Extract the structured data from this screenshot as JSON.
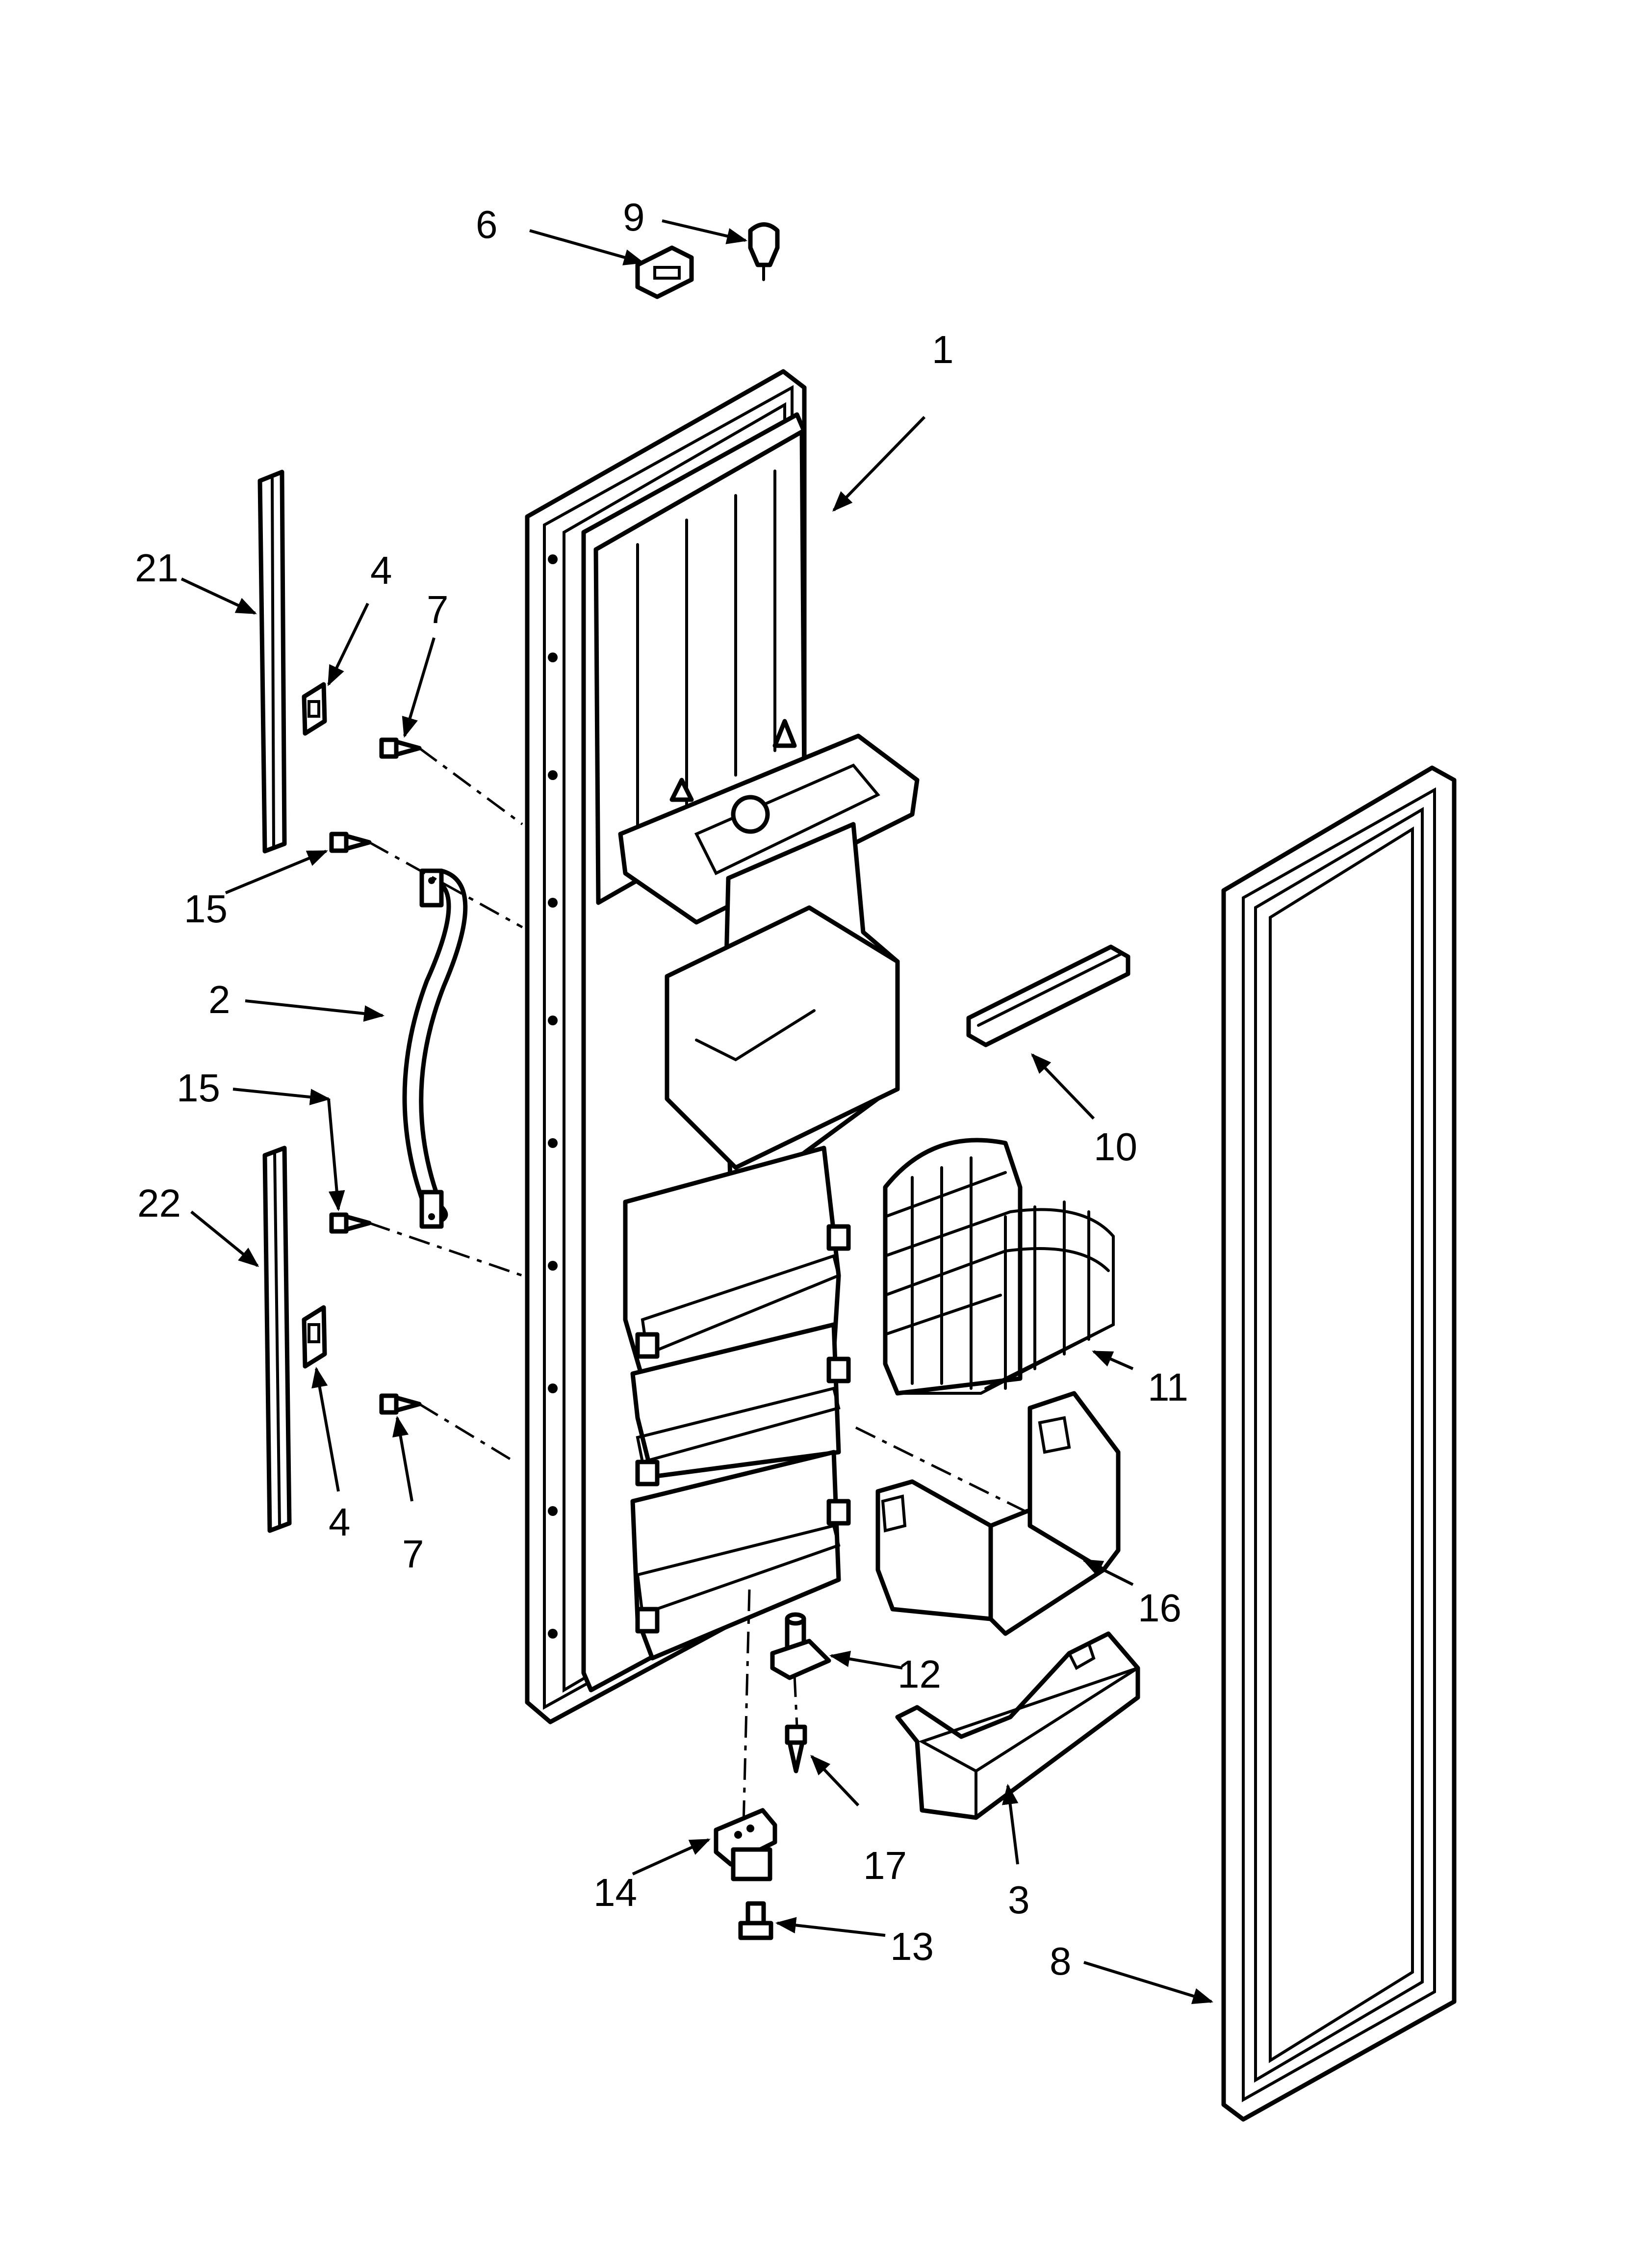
{
  "callouts": [
    {
      "id": "c6",
      "label": "6"
    },
    {
      "id": "c9",
      "label": "9"
    },
    {
      "id": "c1",
      "label": "1"
    },
    {
      "id": "c21",
      "label": "21"
    },
    {
      "id": "c4a",
      "label": "4"
    },
    {
      "id": "c7a",
      "label": "7"
    },
    {
      "id": "c15a",
      "label": "15"
    },
    {
      "id": "c2",
      "label": "2"
    },
    {
      "id": "c15b",
      "label": "15"
    },
    {
      "id": "c22",
      "label": "22"
    },
    {
      "id": "c10",
      "label": "10"
    },
    {
      "id": "c11",
      "label": "11"
    },
    {
      "id": "c16",
      "label": "16"
    },
    {
      "id": "c4b",
      "label": "4"
    },
    {
      "id": "c7b",
      "label": "7"
    },
    {
      "id": "c12",
      "label": "12"
    },
    {
      "id": "c17",
      "label": "17"
    },
    {
      "id": "c3",
      "label": "3"
    },
    {
      "id": "c14",
      "label": "14"
    },
    {
      "id": "c13",
      "label": "13"
    },
    {
      "id": "c8",
      "label": "8"
    }
  ]
}
